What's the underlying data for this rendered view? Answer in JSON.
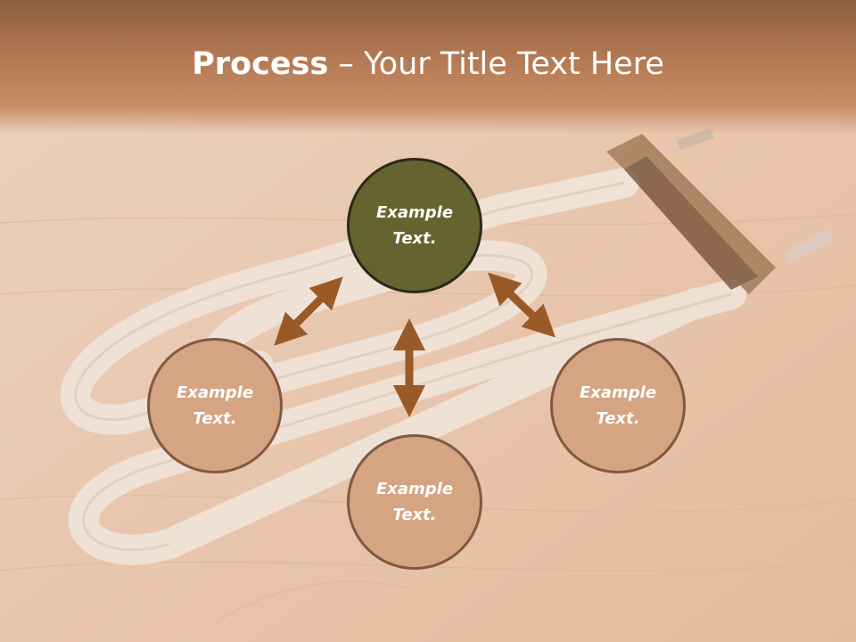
{
  "title": {
    "bold": "Process",
    "rest": " – Your Title Text Here"
  },
  "nodes": {
    "top": "Example\nText.",
    "left": "Example\nText.",
    "right": "Example\nText.",
    "bottom": "Example\nText."
  },
  "colors": {
    "header": "#b47a54",
    "center_circle": "#65632f",
    "side_circle": "#d4a483",
    "arrow": "#9a5a28",
    "background": "#e9c9b2"
  },
  "background_image": "faded photo of limescale-covered heating element on wooden table"
}
